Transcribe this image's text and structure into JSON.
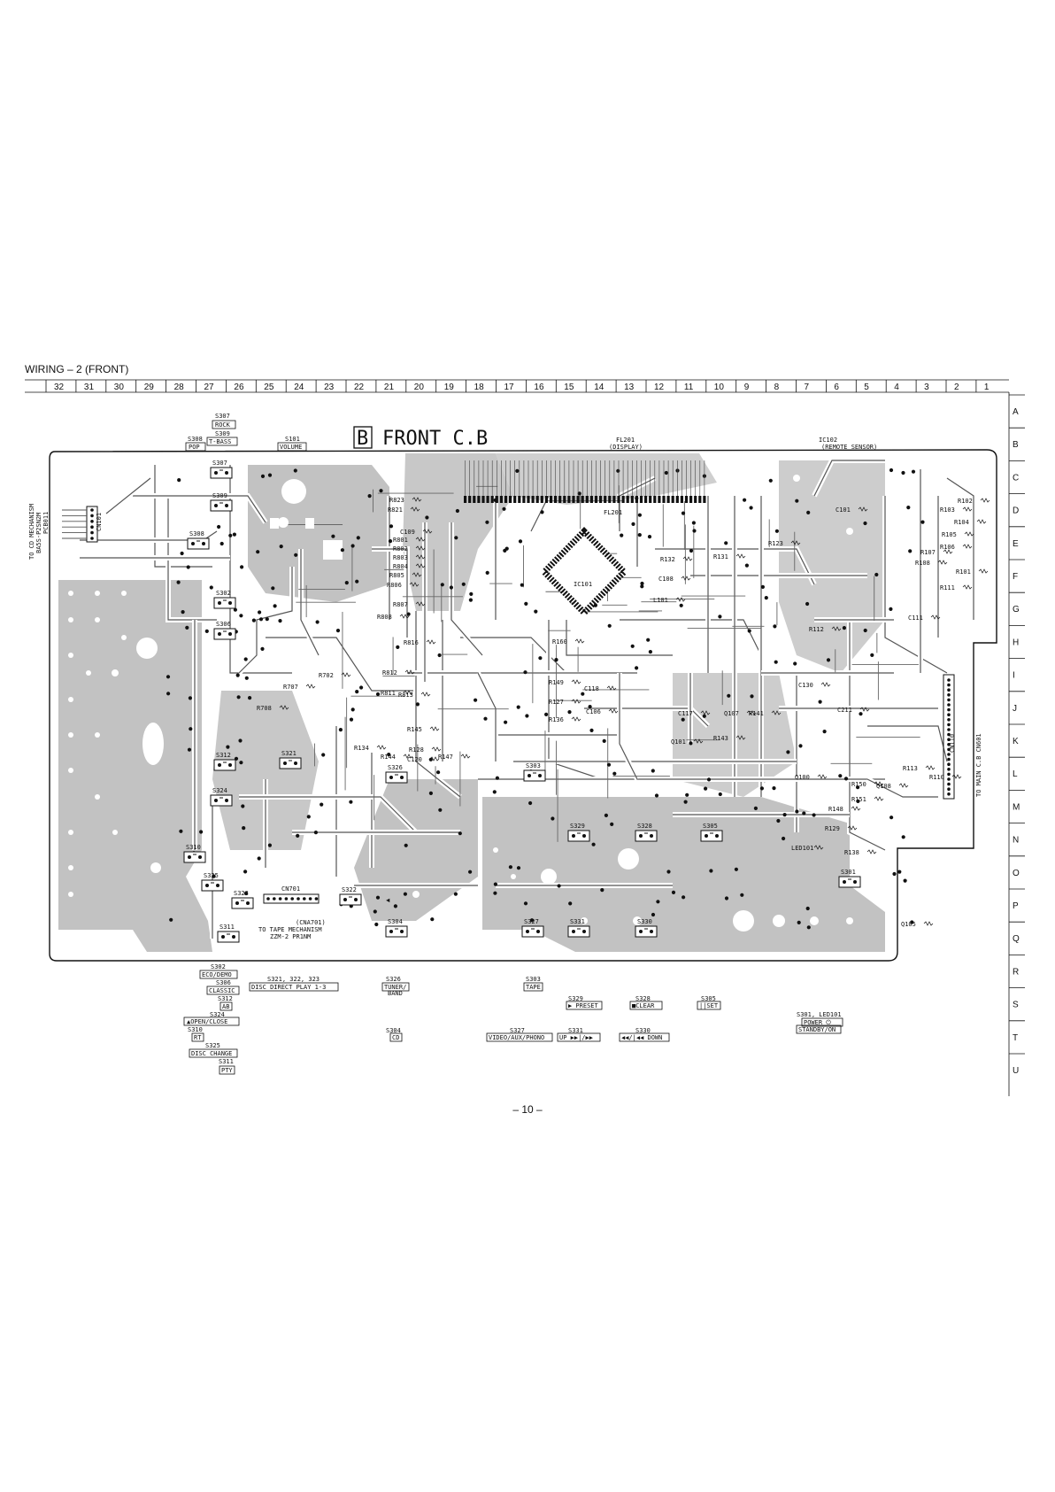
{
  "page": {
    "title": "WIRING – 2  (FRONT)",
    "number": "– 10 –"
  },
  "board": {
    "letter": "B",
    "name": "FRONT C.B"
  },
  "grid": {
    "columns": [
      "32",
      "31",
      "30",
      "29",
      "28",
      "27",
      "26",
      "25",
      "24",
      "23",
      "22",
      "21",
      "20",
      "19",
      "18",
      "17",
      "16",
      "15",
      "14",
      "13",
      "12",
      "11",
      "10",
      "9",
      "8",
      "7",
      "6",
      "5",
      "4",
      "3",
      "2",
      "1"
    ],
    "rows": [
      "A",
      "B",
      "C",
      "D",
      "E",
      "F",
      "G",
      "H",
      "I",
      "J",
      "K",
      "L",
      "M",
      "N",
      "O",
      "P",
      "Q",
      "R",
      "S",
      "T",
      "U"
    ]
  },
  "top_labels": {
    "s307": "S307",
    "rock": "ROCK",
    "s309": "S309",
    "tbass": "T-BASS",
    "s308": "S308",
    "pop": "POP",
    "s101": "S101",
    "volume": "VOLUME",
    "fl201": "FL201",
    "display": "(DISPLAY)",
    "ic102": "IC102",
    "remote": "(REMOTE SENSOR)"
  },
  "side_labels": {
    "left1": "TO CD MECHANISM",
    "left2": "BA5S-P2SN2M",
    "left3": "PCB011",
    "right1": "TO MAIN C.B CN601"
  },
  "board_labels": {
    "cn701": "CN701",
    "cna701": "(CNA701)",
    "tape1": "TO TAPE MECHANISM",
    "tape2": "ZZM-2 PR1NM",
    "ic101": "IC101",
    "fl201b": "FL201",
    "cn101": "CN101",
    "cn110": "CN110"
  },
  "components": {
    "r823": "R823",
    "r821": "R821",
    "c109": "C109",
    "r801": "R801",
    "r802": "R802",
    "r803": "R803",
    "r804": "R804",
    "r805": "R805",
    "r806": "R806",
    "r807": "R807",
    "r808": "R808",
    "r816": "R816",
    "r812": "R812",
    "r811": "R811",
    "r813": "R813",
    "r702": "R702",
    "r707": "R707",
    "r708": "R708",
    "r134": "R134",
    "r144": "R144",
    "r145": "R145",
    "r128": "R128",
    "c120": "C120",
    "r147": "R147",
    "r160": "R160",
    "r149": "R149",
    "r127": "R127",
    "r136": "R136",
    "c118": "C118",
    "c106": "C106",
    "r132": "R132",
    "r131": "R131",
    "r123": "R123",
    "r112": "R112",
    "c101": "C101",
    "r102": "R102",
    "r103": "R103",
    "r104": "R104",
    "r105": "R105",
    "r106": "R106",
    "r107": "R107",
    "r108": "R108",
    "r101": "R101",
    "r111": "R111",
    "c111": "C111",
    "c117": "C117",
    "q107": "Q107",
    "r141": "R141",
    "q101": "Q101",
    "r143": "R143",
    "r150": "R150",
    "r151": "R151",
    "r148": "R148",
    "r129": "R129",
    "q100": "Q100",
    "q108": "Q108",
    "r138": "R138",
    "q105": "Q105",
    "led": "LED101",
    "c211": "C211",
    "c130": "C130",
    "c108": "C108",
    "l101": "L101",
    "r110": "R110",
    "r113": "R113"
  },
  "switches": {
    "s307": "S307",
    "s309": "S309",
    "s308": "S308",
    "s302": "S302",
    "s306": "S306",
    "s312": "S312",
    "s324": "S324",
    "s310": "S310",
    "s325": "S325",
    "s323": "S323",
    "s311": "S311",
    "s321": "S321",
    "s326": "S326",
    "s322": "S322",
    "s304": "S304",
    "s327": "S327",
    "s331": "S331",
    "s330": "S330",
    "s303": "S303",
    "s329": "S329",
    "s328": "S328",
    "s305": "S305",
    "s301": "S301"
  },
  "legend": {
    "s302": "S302",
    "eco": "ECO/DEMO",
    "s306": "S306",
    "classic": "CLASSIC",
    "s312": "S312",
    "ab": "AB",
    "s324": "S324",
    "open": "OPEN/CLOSE",
    "s310": "S310",
    "rt": "RT",
    "s325": "S325",
    "change": "DISC CHANGE",
    "s311": "S311",
    "pty": "PTY",
    "s321": "S321, 322, 323",
    "direct": "DISC DIRECT PLAY 1-3",
    "s326": "S326",
    "tuner": "TUNER/",
    "band": "BAND",
    "s304": "S304",
    "cd": "CD",
    "s303": "S303",
    "tape": "TAPE",
    "s327": "S327",
    "video": "VIDEO/AUX/PHONO",
    "s329": "S329",
    "preset": "PRESET",
    "s331": "S331",
    "up": "UP",
    "s328": "S328",
    "clear": "CLEAR",
    "s330": "S330",
    "down": "DOWN",
    "s305": "S305",
    "set": "SET",
    "s301": "S301, LED101",
    "power": "POWER",
    "standby": "STANDBY/ON"
  }
}
